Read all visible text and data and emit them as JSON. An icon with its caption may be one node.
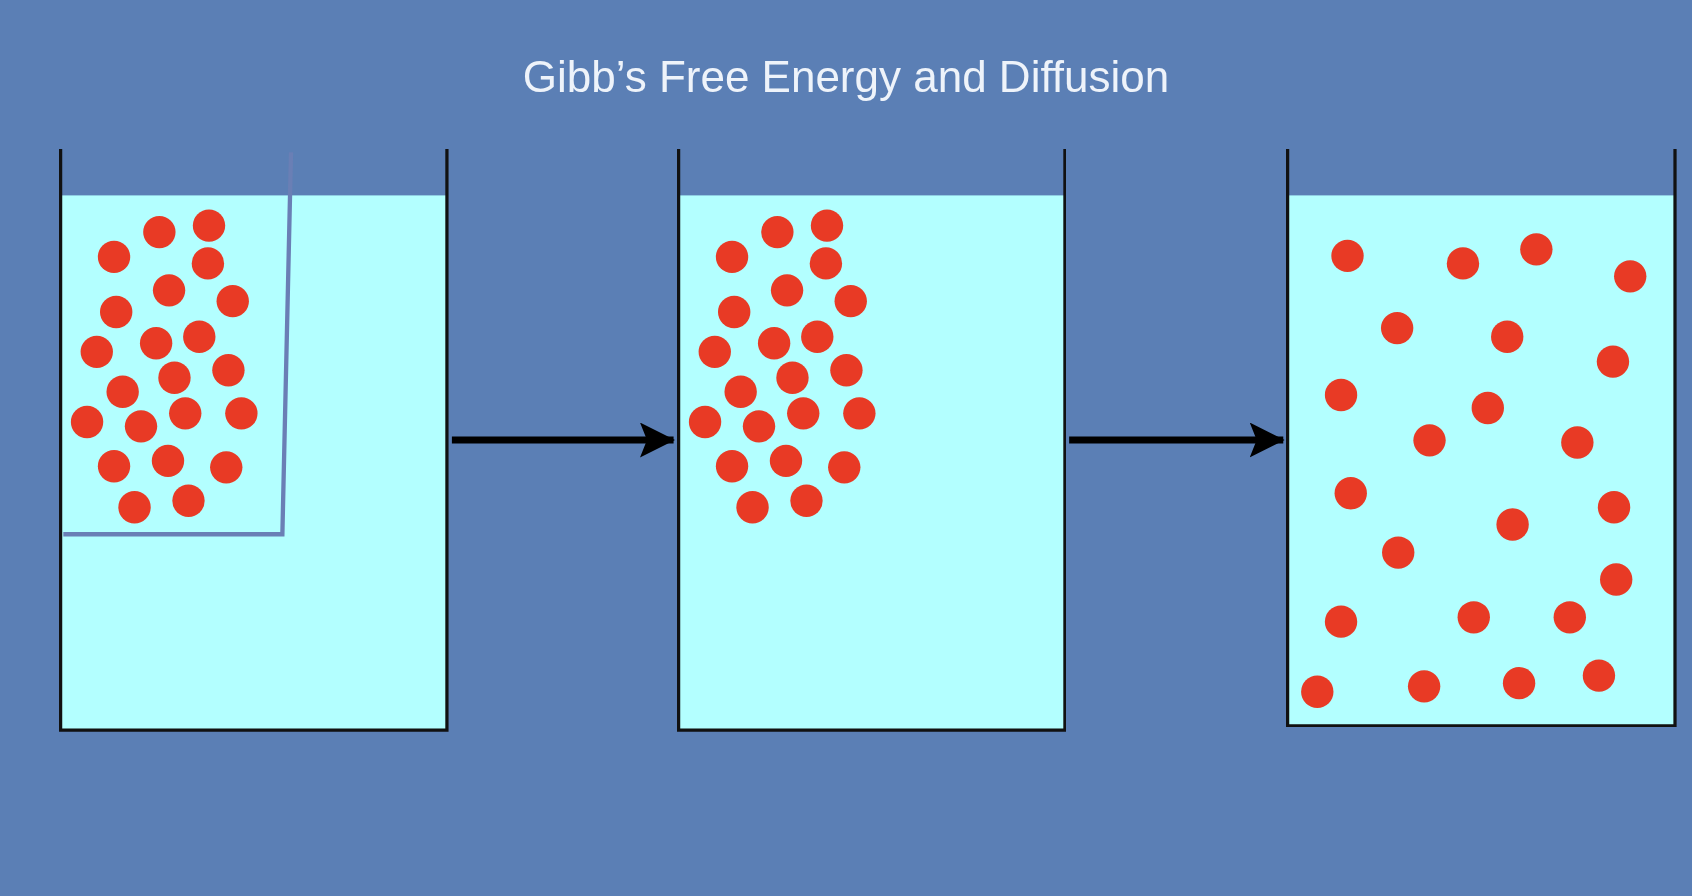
{
  "diagram": {
    "title": "Gibb’s Free Energy and Diffusion",
    "nodes": [
      {
        "text": [],
        "shape": "beaker"
      },
      {
        "text": [],
        "shape": "beaker"
      },
      {
        "text": [],
        "shape": "beaker"
      }
    ],
    "edges": [
      {
        "from": 0,
        "to": 1,
        "arrow": "to"
      },
      {
        "from": 1,
        "to": 2,
        "arrow": "to"
      }
    ]
  }
}
